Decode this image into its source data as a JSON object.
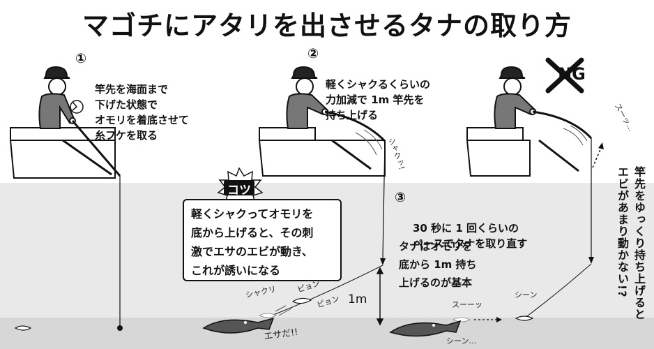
{
  "title": "マゴチにアタリを出させるタナの取り方",
  "steps": [
    {
      "number": "①",
      "text": "竿先を海面まで\n下げた状態で\nオモリを着底させて\n糸フケを取る"
    },
    {
      "number": "②",
      "text": "軽くシャクるくらいの\n力加減で 1m 竿先を\n持ち上げる"
    },
    {
      "number": "③",
      "text": "30 秒に 1 回くらいの\nペースでタナを取り直す"
    }
  ],
  "tip": {
    "label": "コツ",
    "text": "軽くシャクってオモリを\n底から上げると、その刺\n激でエサのエビが動き、\nこれが誘いになる"
  },
  "tana_note": "タナはオモリを\n底から 1m 持ち\n上げるのが基本",
  "distance_label": "1m",
  "ng": {
    "label": "NG",
    "text": "竿先をゆっくり持ち上げると\nエビがあまり動かない!?"
  },
  "sound_effects": {
    "shakuri_rod": "シャクッ!",
    "shakuri_line": "シャクリ",
    "pyon_1": "ピョン",
    "pyon_2": "ピョン",
    "esa_da": "エサだ!!",
    "suu_ng_rod": "スーッ…",
    "suu_bottom": "スーーッ",
    "shiin_1": "シーン",
    "shiin_2": "シーン…"
  }
}
